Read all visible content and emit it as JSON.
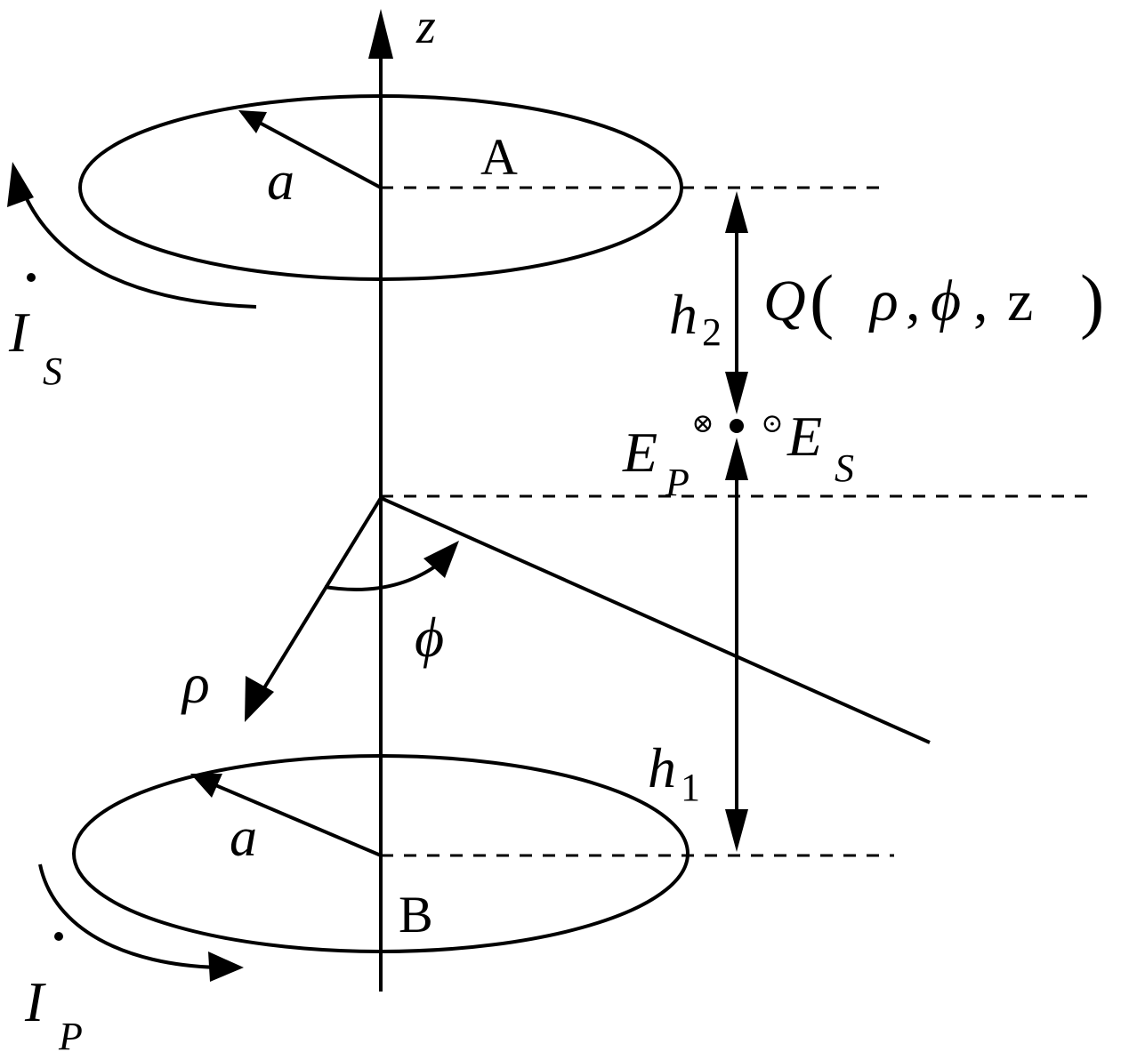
{
  "labels": {
    "axis_z": "z",
    "loop_a_name": "A",
    "loop_b_name": "B",
    "radius_a_top": "a",
    "radius_a_bottom": "a",
    "current_s_symbol": "I",
    "current_s_sub": "S",
    "current_p_symbol": "I",
    "current_p_sub": "P",
    "h2_symbol": "h",
    "h2_sub": "2",
    "h1_symbol": "h",
    "h1_sub": "1",
    "point_q": "Q",
    "q_open": "(",
    "q_rho": "ρ",
    "q_comma1": ",",
    "q_phi": "ϕ",
    "q_comma2": ",",
    "q_z": "z",
    "q_close": ")",
    "ep_symbol": "E",
    "ep_sub": "P",
    "es_symbol": "E",
    "es_sub": "S",
    "rho": "ρ",
    "phi": "ϕ",
    "into_page_mark": "⊗",
    "out_page_mark": "⊙"
  },
  "icons": {
    "into_page": "circled-times-icon",
    "out_of_page": "circled-dot-icon"
  }
}
